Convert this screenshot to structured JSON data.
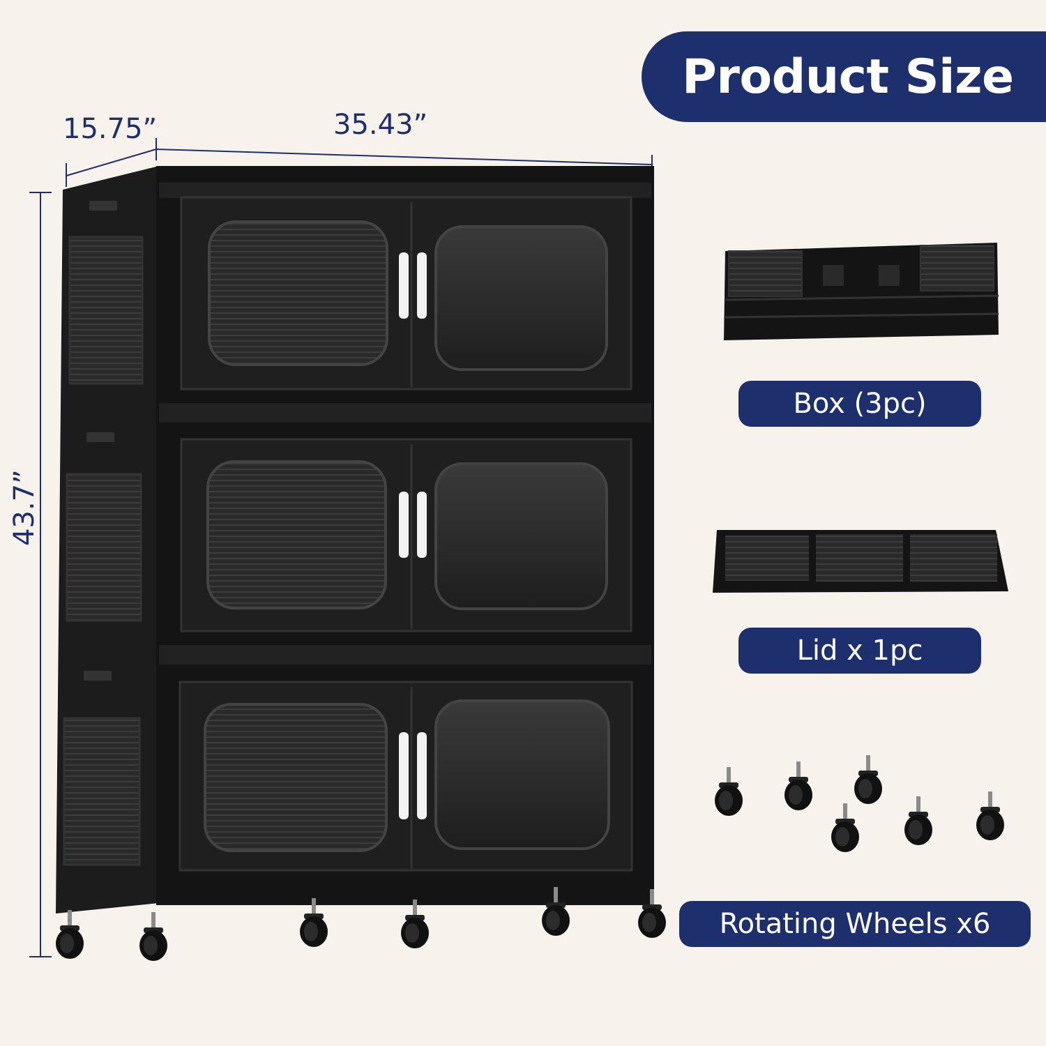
{
  "title": "Product Size",
  "dimensions": {
    "depth": "15.75”",
    "width": "35.43”",
    "height": "43.7”"
  },
  "components": [
    {
      "label": "Box (3pc)"
    },
    {
      "label": "Lid x 1pc"
    },
    {
      "label": "Rotating Wheels x6"
    }
  ],
  "colors": {
    "navy": "#1e2f6e",
    "background": "#f7f2ec",
    "product": "#1a1a1a"
  },
  "icons": [
    "storage-cabinet-image",
    "folded-box-image",
    "lid-image",
    "caster-wheel-icon"
  ]
}
